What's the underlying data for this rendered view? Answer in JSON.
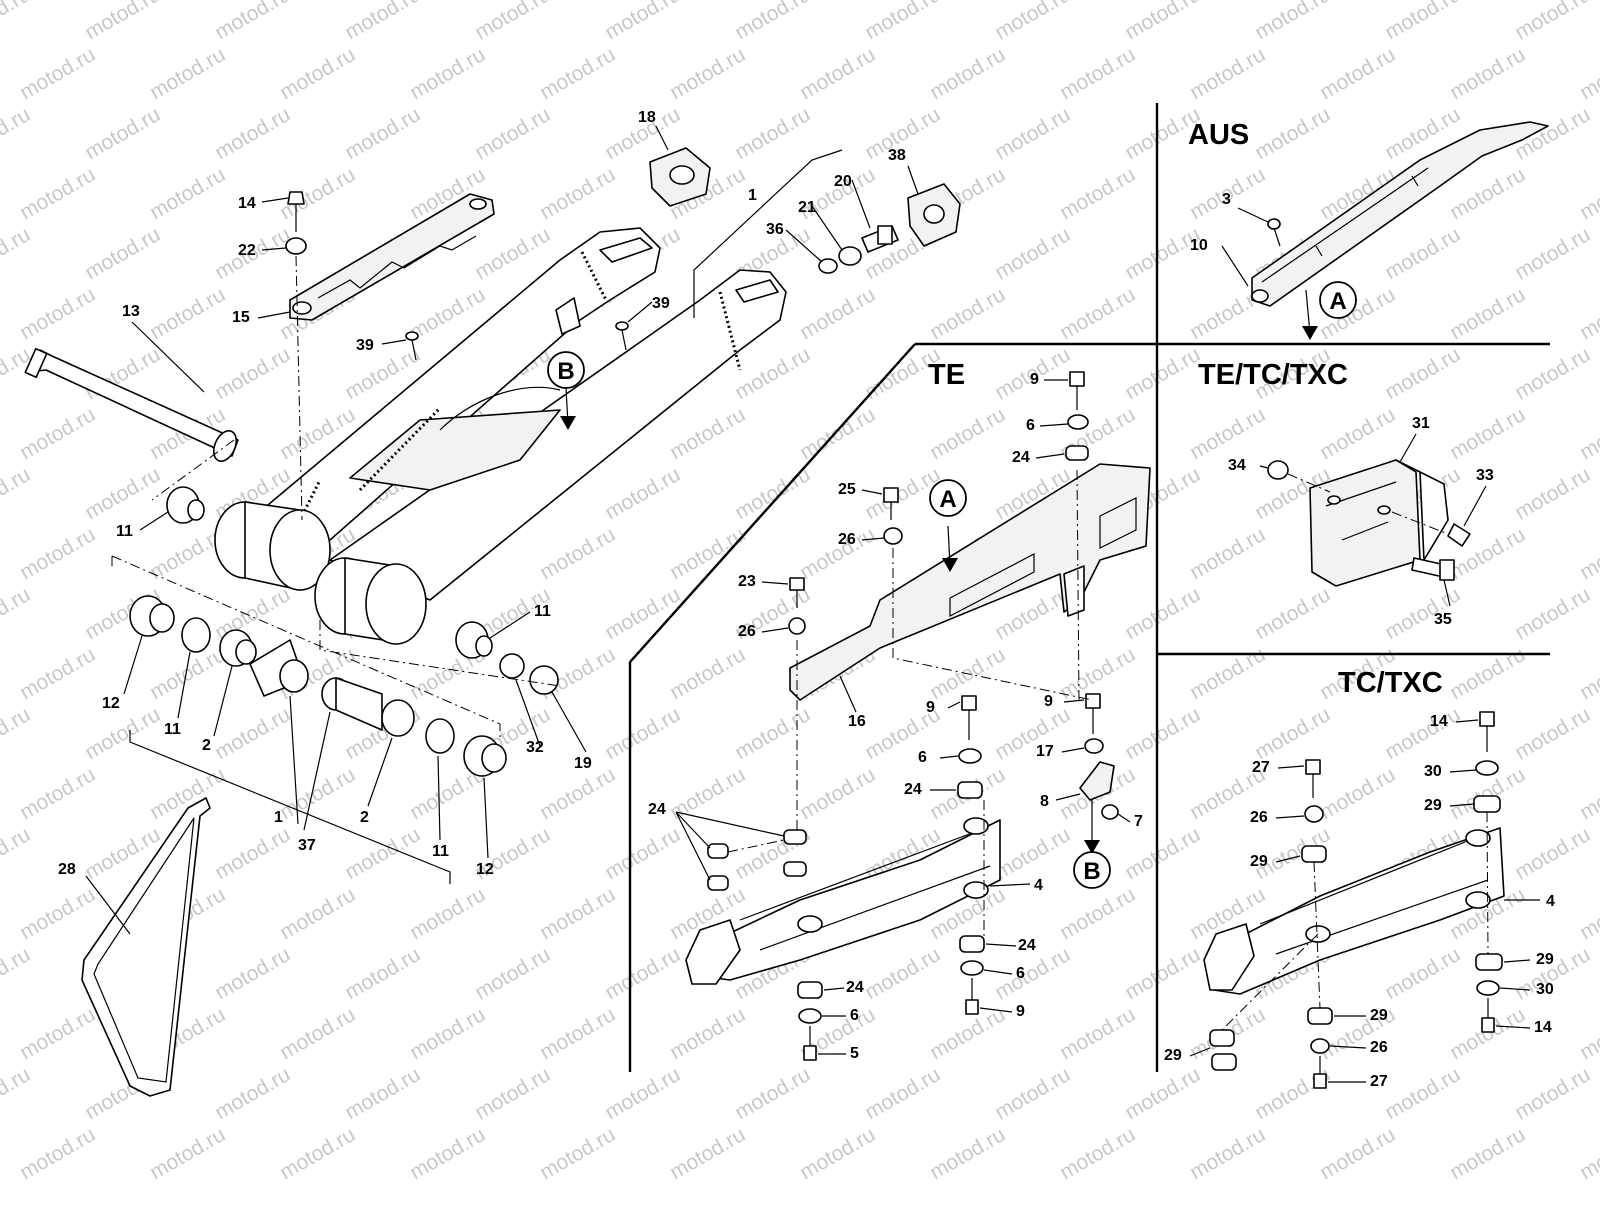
{
  "watermark": "motod.ru",
  "sections": {
    "aus": "AUS",
    "te": "TE",
    "te_tc_txc": "TE/TC/TXC",
    "tc_txc": "TC/TXC"
  },
  "callouts": {
    "a": "A",
    "b": "B"
  },
  "labels": {
    "swingarm_18": "18",
    "swingarm_38": "38",
    "swingarm_14": "14",
    "swingarm_22": "22",
    "swingarm_15": "15",
    "swingarm_13": "13",
    "swingarm_1_top": "1",
    "swingarm_21": "21",
    "swingarm_20": "20",
    "swingarm_36": "36",
    "swingarm_39_left": "39",
    "swingarm_39_right": "39",
    "swingarm_11_left": "11",
    "swingarm_11_right": "11",
    "swingarm_12_left": "12",
    "swingarm_11_lower": "11",
    "swingarm_2_left": "2",
    "swingarm_32": "32",
    "swingarm_19": "19",
    "swingarm_1_bottom": "1",
    "swingarm_2_right": "2",
    "swingarm_37": "37",
    "swingarm_11_bottom": "11",
    "swingarm_12_right": "12",
    "swingarm_28": "28",
    "aus_3": "3",
    "aus_10": "10",
    "te_9_top": "9",
    "te_6_top": "6",
    "te_24_top": "24",
    "te_25": "25",
    "te_26_upper": "26",
    "te_23": "23",
    "te_26_lower": "26",
    "te_16": "16",
    "te_9_mid_left": "9",
    "te_9_mid_right": "9",
    "te_6_mid": "6",
    "te_17": "17",
    "te_24_mid": "24",
    "te_8": "8",
    "te_7": "7",
    "te_24_left": "24",
    "te_4": "4",
    "te_24_right": "24",
    "te_6_right": "6",
    "te_9_bottom": "9",
    "te_24_bottom": "24",
    "te_6_bottom": "6",
    "te_5": "5",
    "txc_34": "34",
    "txc_31": "31",
    "txc_33": "33",
    "txc_35": "35",
    "tc_14_top": "14",
    "tc_27_top": "27",
    "tc_30_top": "30",
    "tc_26_top": "26",
    "tc_29_top_right": "29",
    "tc_29_top_left": "29",
    "tc_4": "4",
    "tc_29_right": "29",
    "tc_30_bottom": "30",
    "tc_29_bottom": "29",
    "tc_14_bottom": "14",
    "tc_26_bottom": "26",
    "tc_29_left": "29",
    "tc_27_bottom": "27"
  }
}
